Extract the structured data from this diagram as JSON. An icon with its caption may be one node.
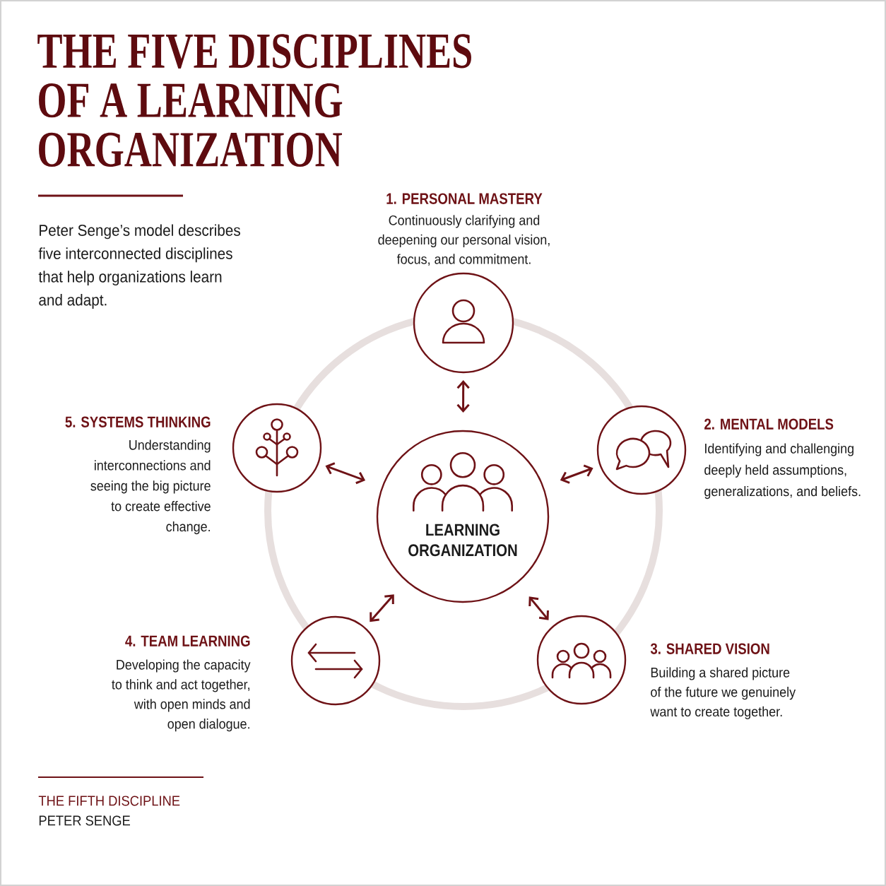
{
  "diagram": {
    "title": "THE FIVE DISCIPLINES OF A LEARNING ORGANIZATION",
    "nodes": [
      {
        "text": [
          "1. PERSONAL MASTERY",
          "Continuously clarifying and deepening our personal vision, focus, and commitment."
        ]
      },
      {
        "text": [
          "2. MENTAL MODELS",
          "Identifying and challenging deeply held assumptions, generalizations, and beliefs."
        ]
      },
      {
        "text": [
          "3. SHARED VISION",
          "Building a shared picture of the future we genuinely want to create together."
        ]
      },
      {
        "text": [
          "4. TEAM LEARNING",
          "Developing the capacity to think and act together, with open minds and open dialogue."
        ]
      },
      {
        "text": [
          "5. SYSTEMS THINKING",
          "Understanding interconnections and seeing the big picture to create effective change."
        ]
      },
      {
        "text": [
          "LEARNING ORGANIZATION"
        ]
      }
    ],
    "edges": [
      {
        "from": 5,
        "to": 0,
        "arrow": "both"
      },
      {
        "from": 5,
        "to": 1,
        "arrow": "both"
      },
      {
        "from": 5,
        "to": 2,
        "arrow": "both"
      },
      {
        "from": 5,
        "to": 3,
        "arrow": "both"
      },
      {
        "from": 5,
        "to": 4,
        "arrow": "both"
      }
    ],
    "labels": [
      "Peter Senge’s model describes five interconnected disciplines that help organizations learn and adapt.",
      "THE FIFTH DISCIPLINE",
      "PETER SENGE"
    ]
  }
}
